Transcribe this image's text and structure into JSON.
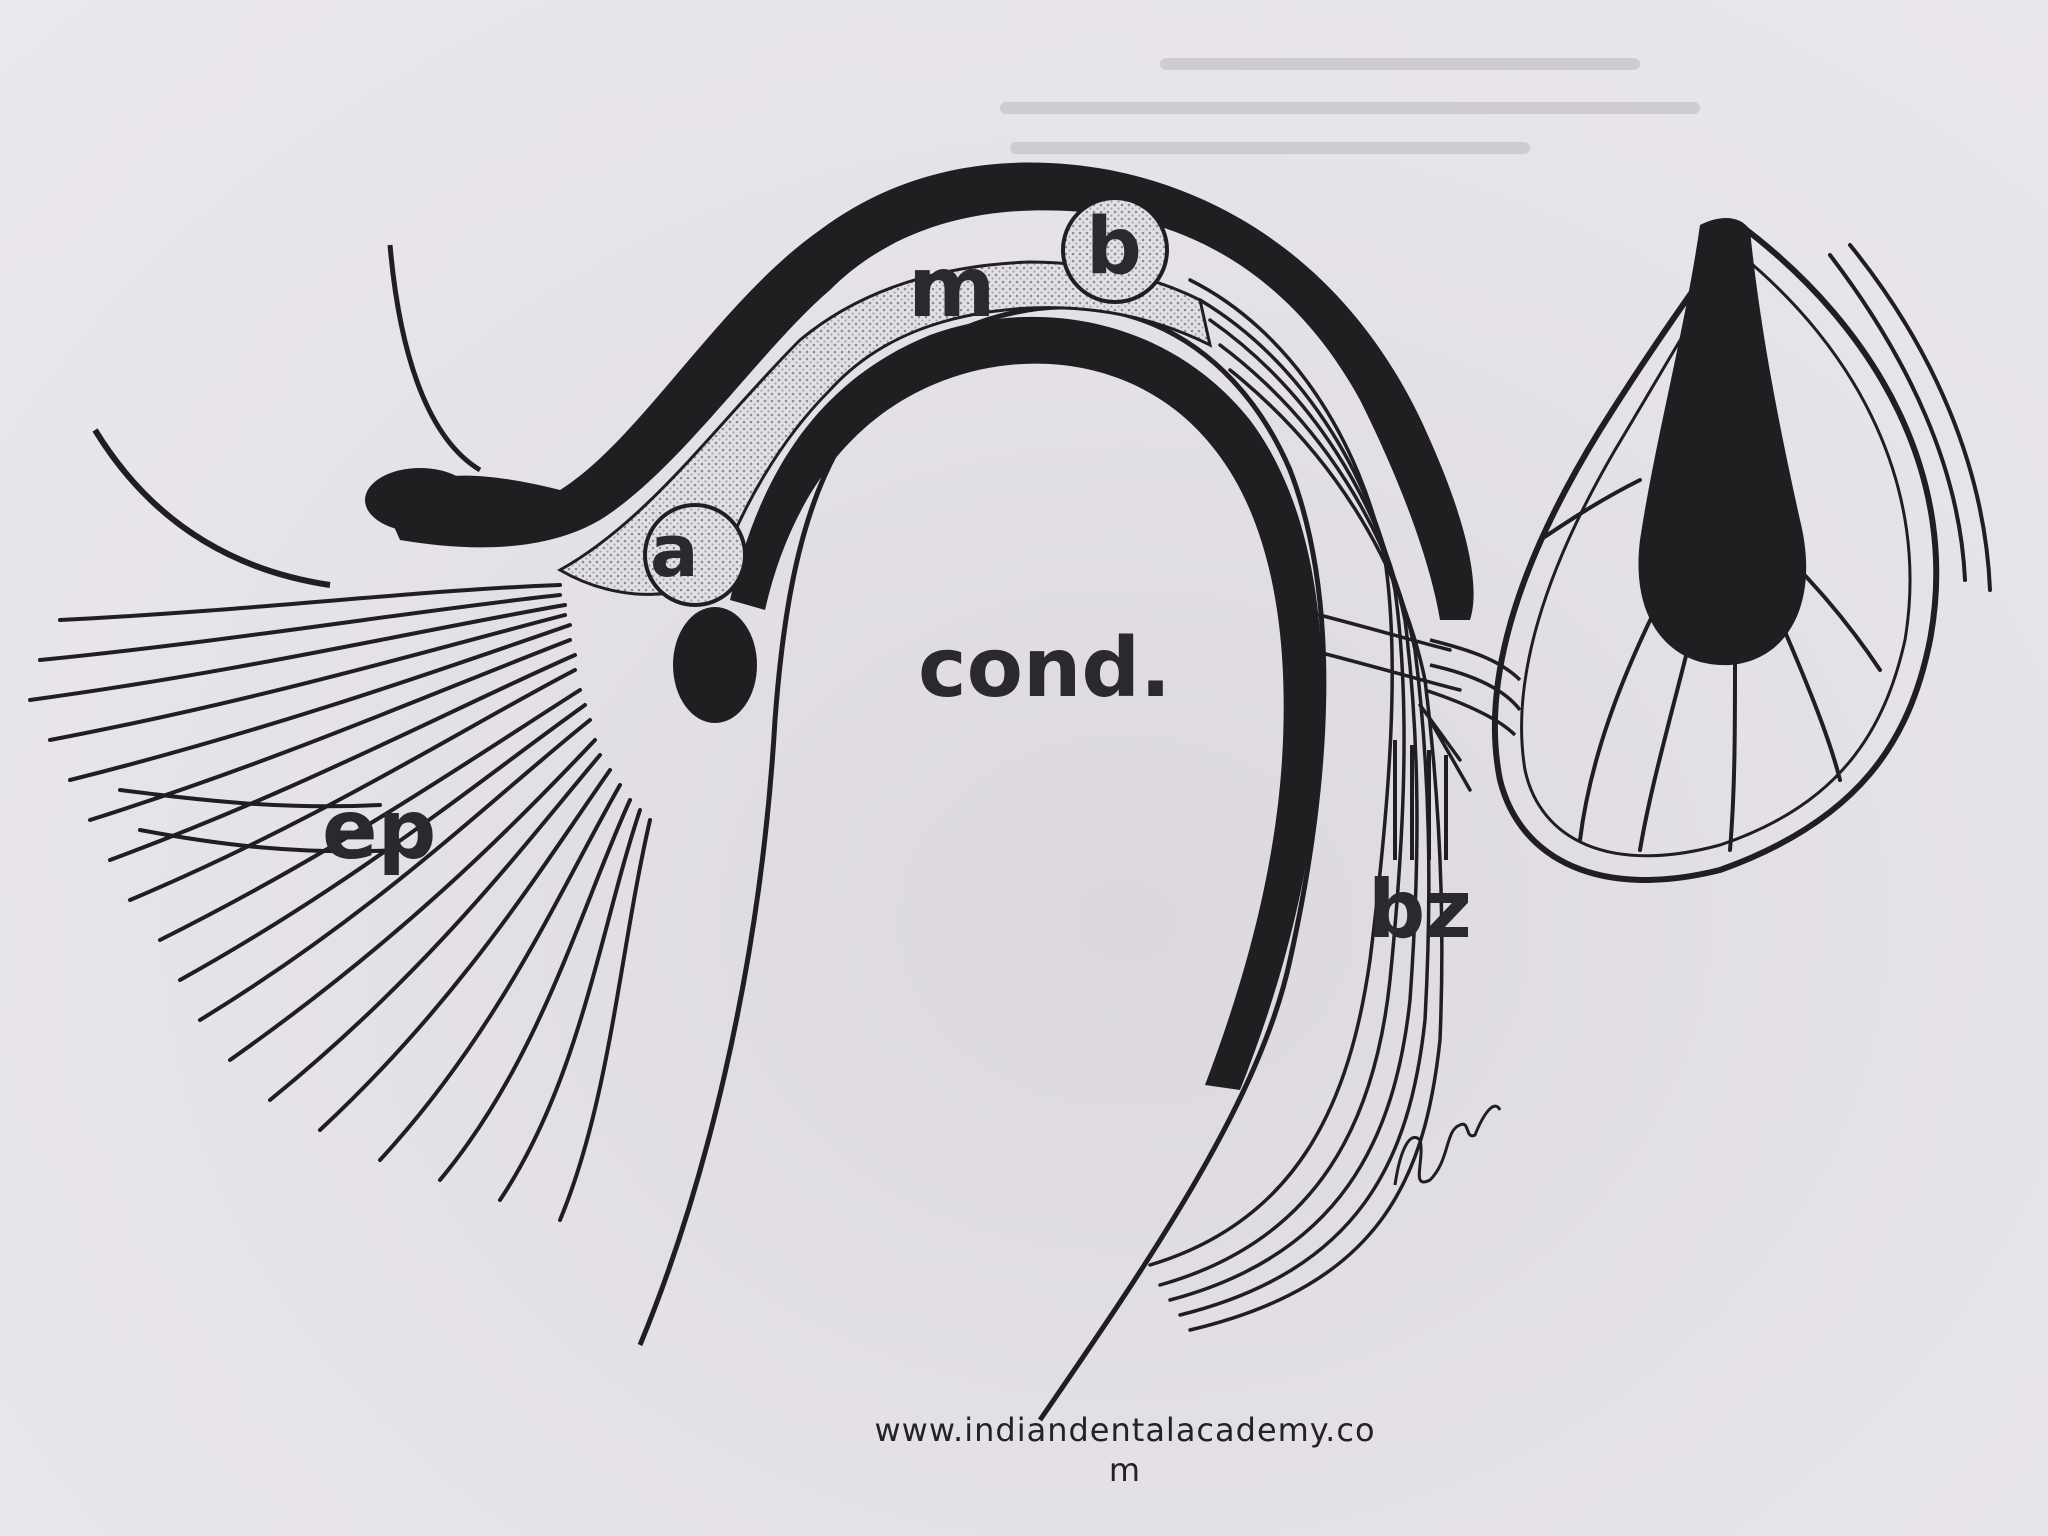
{
  "labels": {
    "m": "m",
    "b": "b",
    "a": "a",
    "cond": "cond.",
    "ep": "ep",
    "bz": "bz"
  },
  "watermark": {
    "line1": "www.indiandentalacademy.co",
    "line2": "m"
  },
  "colors": {
    "ink": "#1f1f22",
    "paper": "#e7e3ea",
    "stipple": "#bdbbc2"
  }
}
